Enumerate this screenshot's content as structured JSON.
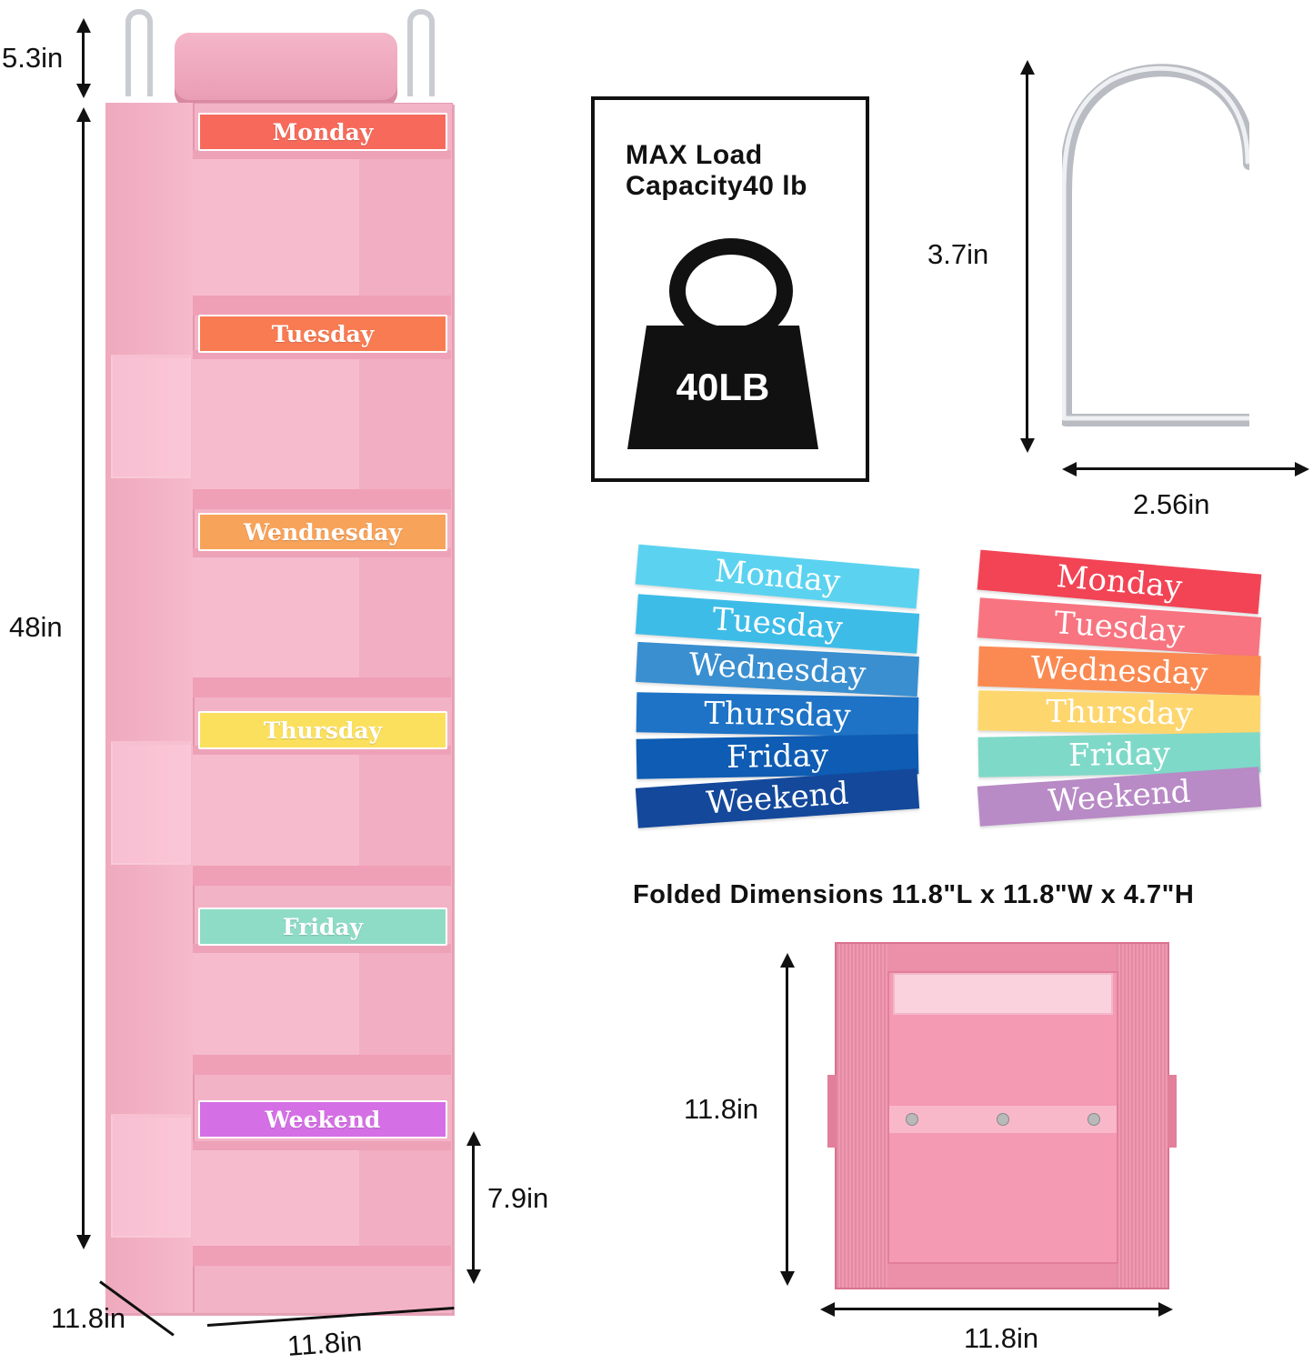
{
  "organizer": {
    "labels": [
      {
        "text": "Monday",
        "color": "#f76a5b"
      },
      {
        "text": "Tuesday",
        "color": "#f97b52"
      },
      {
        "text": "Wendnesday",
        "color": "#f8a35a"
      },
      {
        "text": "Thursday",
        "color": "#fbe05e"
      },
      {
        "text": "Friday",
        "color": "#8fdcc6"
      },
      {
        "text": "Weekend",
        "color": "#d56fe6"
      }
    ],
    "body_color": "#f3b3c6"
  },
  "dimensions": {
    "hook_height": "5.3in",
    "total_height": "48in",
    "depth": "11.8in",
    "width": "11.8in",
    "cubby_height": "7.9in",
    "hook_tall": "3.7in",
    "hook_wide": "2.56in",
    "folded_height": "11.8in",
    "folded_width": "11.8in"
  },
  "max_load": {
    "title": "MAX Load\nCapacity40 lb",
    "weight_label": "40LB"
  },
  "blue_labels": [
    {
      "text": "Monday",
      "color": "#5bd3f0"
    },
    {
      "text": "Tuesday",
      "color": "#3ebce8"
    },
    {
      "text": "Wednesday",
      "color": "#3a8fd0"
    },
    {
      "text": "Thursday",
      "color": "#1e73c6"
    },
    {
      "text": "Friday",
      "color": "#0e5cb3"
    },
    {
      "text": "Weekend",
      "color": "#14489b"
    }
  ],
  "warm_labels": [
    {
      "text": "Monday",
      "color": "#f24455"
    },
    {
      "text": "Tuesday",
      "color": "#f77480"
    },
    {
      "text": "Wednesday",
      "color": "#fa8a52"
    },
    {
      "text": "Thursday",
      "color": "#fdd66e"
    },
    {
      "text": "Friday",
      "color": "#7fd9c8"
    },
    {
      "text": "Weekend",
      "color": "#b88ac6"
    }
  ],
  "folded": {
    "title": "Folded Dimensions 11.8\"L x 11.8\"W x 4.7\"H"
  }
}
